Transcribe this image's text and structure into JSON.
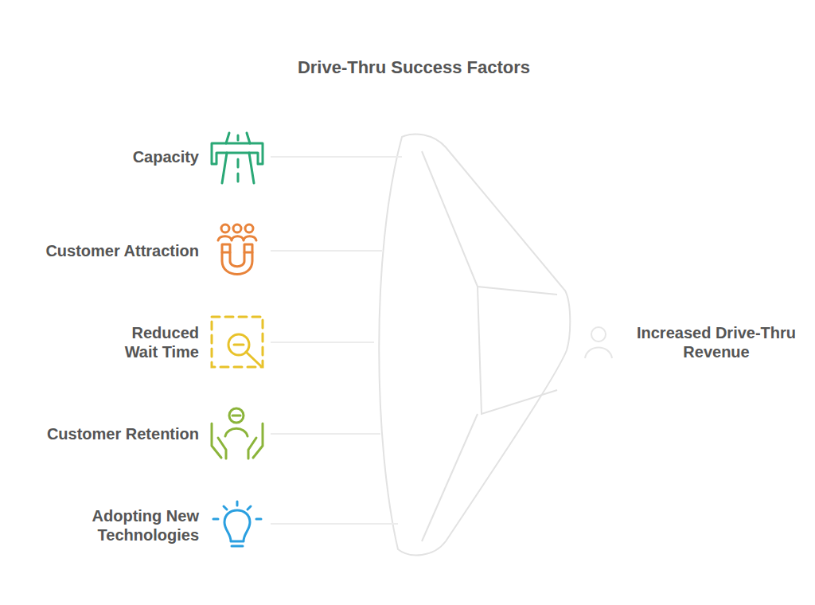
{
  "diagram": {
    "title": "Drive-Thru Success Factors",
    "labels": [
      "Capacity",
      "Customer Attraction",
      "Reduced Wait Time",
      "Customer Retention",
      "Adopting New Technologies",
      "Increased Drive-Thru Revenue"
    ]
  }
}
